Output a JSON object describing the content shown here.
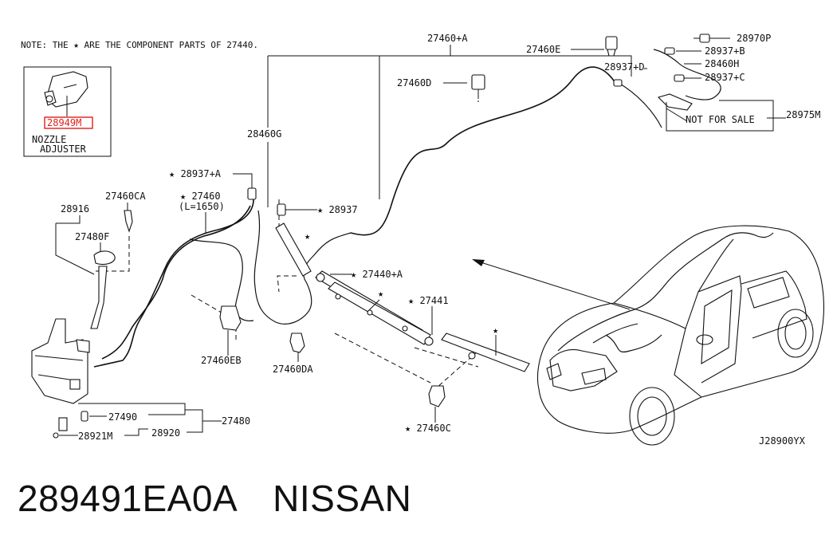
{
  "note": "NOTE: THE ★ ARE THE COMPONENT PARTS OF 27440.",
  "inset": {
    "part": "28949M",
    "caption_line1": "NOZZLE",
    "caption_line2": "ADJUSTER",
    "highlight_color": "#e0201b"
  },
  "labels": {
    "p27460a": "27460+A",
    "p27460e": "27460E",
    "p28937d": "28937+D",
    "p27460d": "27460D",
    "p28970p": "28970P",
    "p28937b": "28937+B",
    "p28460h": "28460H",
    "p28937c": "28937+C",
    "not_for_sale": "NOT FOR SALE",
    "p28975m": "28975M",
    "p28460g": "28460G",
    "p28937a": "★ 28937+A",
    "p27460": "★ 27460",
    "p27460_len": "(L=1650)",
    "p28937": "★ 28937",
    "p27460ca": "27460CA",
    "p28916": "28916",
    "p27480f": "27480F",
    "p27440a": "★ 27440+A",
    "p27441": "★ 27441",
    "p27460eb": "27460EB",
    "p27460da": "27460DA",
    "p27490": "27490",
    "p27480": "27480",
    "p28921m": "28921M",
    "p28920": "28920",
    "p27460c": "★ 27460C",
    "star": "★",
    "diagram_code": "J28900YX"
  },
  "caption": {
    "part_number": "289491EA0A",
    "brand": "NISSAN"
  }
}
